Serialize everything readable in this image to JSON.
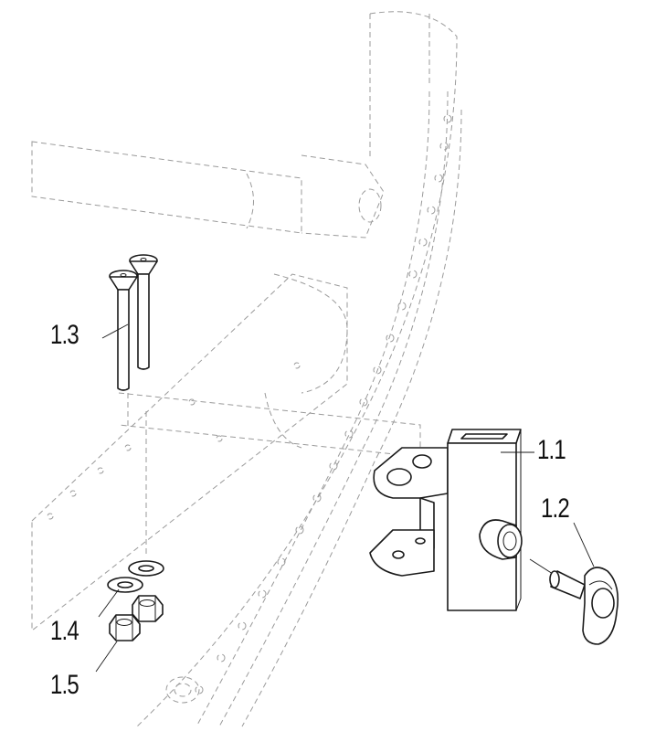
{
  "labels": {
    "p1_1": "1.1",
    "p1_2": "1.2",
    "p1_3": "1.3",
    "p1_4": "1.4",
    "p1_5": "1.5"
  },
  "colors": {
    "line": "#1a1a1a",
    "hidden_line": "#9a9a9a",
    "background": "#ffffff"
  }
}
